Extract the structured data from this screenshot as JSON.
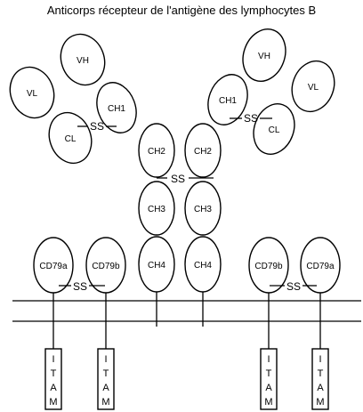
{
  "title": "Anticorps récepteur de l'antigène des lymphocytes B",
  "disulfide_label": "SS",
  "domains": {
    "vh_left": "VH",
    "vl_left": "VL",
    "ch1_left": "CH1",
    "cl_left": "CL",
    "vh_right": "VH",
    "vl_right": "VL",
    "ch1_right": "CH1",
    "cl_right": "CL",
    "ch2_left": "CH2",
    "ch2_right": "CH2",
    "ch3_left": "CH3",
    "ch3_right": "CH3",
    "ch4_left": "CH4",
    "ch4_right": "CH4",
    "cd79a_left": "CD79a",
    "cd79b_left": "CD79b",
    "cd79b_right": "CD79b",
    "cd79a_right": "CD79a"
  },
  "itam": [
    "I",
    "T",
    "A",
    "M"
  ]
}
